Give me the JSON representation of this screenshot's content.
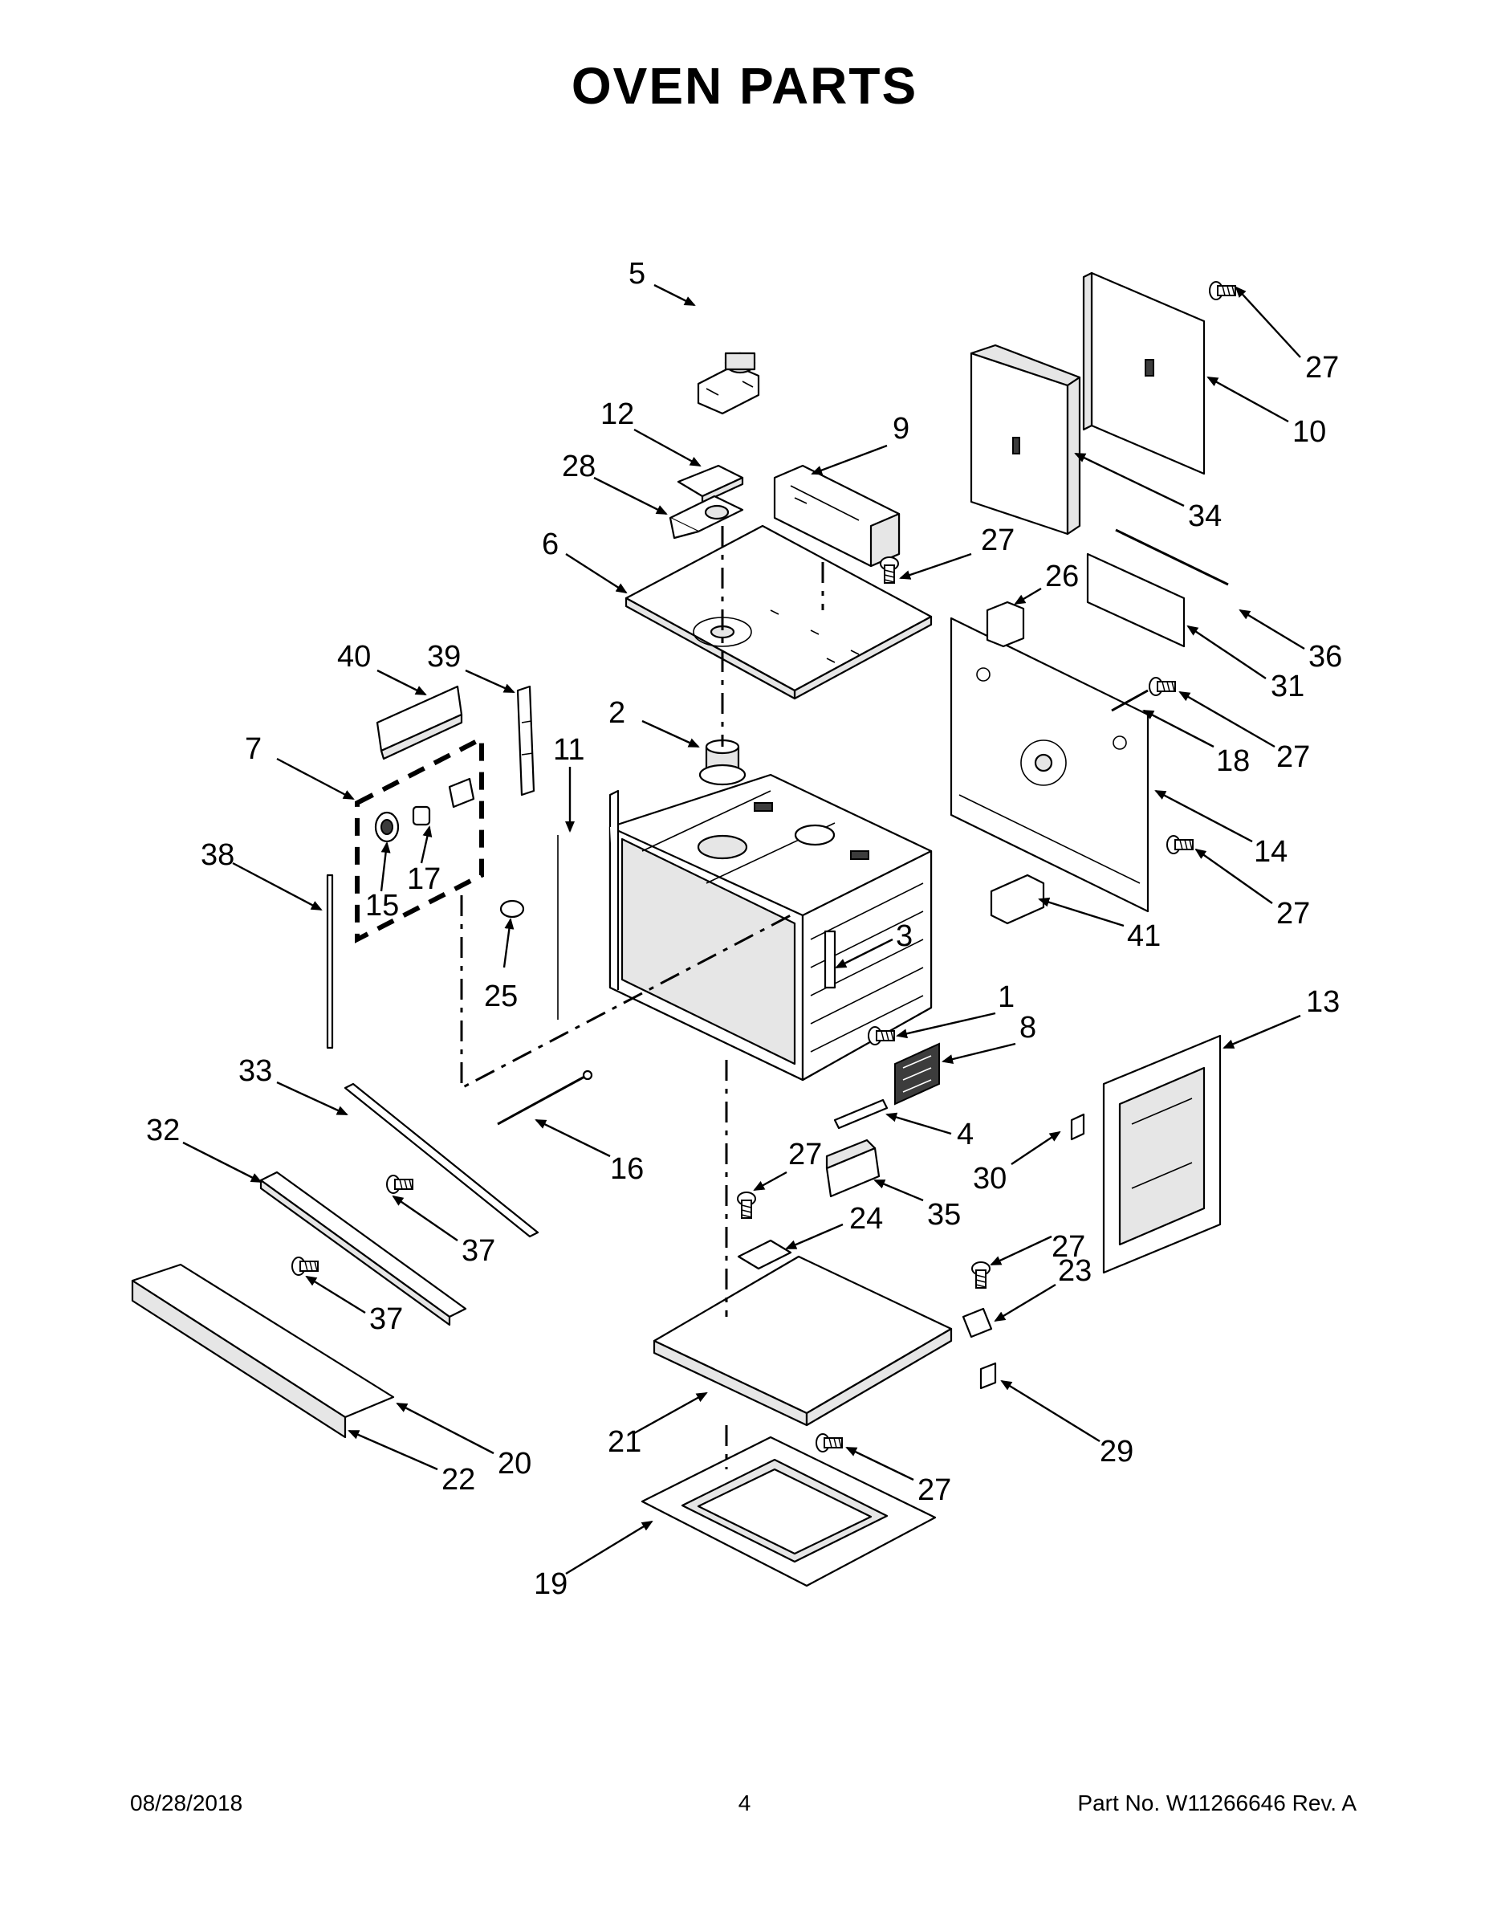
{
  "title": "OVEN PARTS",
  "footer": {
    "date": "08/28/2018",
    "page": "4",
    "part": "Part No.  W11266646  Rev.  A"
  },
  "callouts": [
    {
      "id": "c5",
      "label": "5"
    },
    {
      "id": "c27a",
      "label": "27"
    },
    {
      "id": "c10",
      "label": "10"
    },
    {
      "id": "c12",
      "label": "12"
    },
    {
      "id": "c9",
      "label": "9"
    },
    {
      "id": "c28",
      "label": "28"
    },
    {
      "id": "c34",
      "label": "34"
    },
    {
      "id": "c6",
      "label": "6"
    },
    {
      "id": "c27b",
      "label": "27"
    },
    {
      "id": "c26",
      "label": "26"
    },
    {
      "id": "c36",
      "label": "36"
    },
    {
      "id": "c40",
      "label": "40"
    },
    {
      "id": "c39",
      "label": "39"
    },
    {
      "id": "c31",
      "label": "31"
    },
    {
      "id": "c2",
      "label": "2"
    },
    {
      "id": "c7",
      "label": "7"
    },
    {
      "id": "c11",
      "label": "11"
    },
    {
      "id": "c18",
      "label": "18"
    },
    {
      "id": "c27c",
      "label": "27"
    },
    {
      "id": "c38",
      "label": "38"
    },
    {
      "id": "c17",
      "label": "17"
    },
    {
      "id": "c14",
      "label": "14"
    },
    {
      "id": "c15",
      "label": "15"
    },
    {
      "id": "c27d",
      "label": "27"
    },
    {
      "id": "c41",
      "label": "41"
    },
    {
      "id": "c3",
      "label": "3"
    },
    {
      "id": "c25",
      "label": "25"
    },
    {
      "id": "c1",
      "label": "1"
    },
    {
      "id": "c13",
      "label": "13"
    },
    {
      "id": "c8",
      "label": "8"
    },
    {
      "id": "c33",
      "label": "33"
    },
    {
      "id": "c4",
      "label": "4"
    },
    {
      "id": "c32",
      "label": "32"
    },
    {
      "id": "c27e",
      "label": "27"
    },
    {
      "id": "c16",
      "label": "16"
    },
    {
      "id": "c30",
      "label": "30"
    },
    {
      "id": "c35",
      "label": "35"
    },
    {
      "id": "c24",
      "label": "24"
    },
    {
      "id": "c27f",
      "label": "27"
    },
    {
      "id": "c37a",
      "label": "37"
    },
    {
      "id": "c23",
      "label": "23"
    },
    {
      "id": "c37b",
      "label": "37"
    },
    {
      "id": "c21",
      "label": "21"
    },
    {
      "id": "c29",
      "label": "29"
    },
    {
      "id": "c20",
      "label": "20"
    },
    {
      "id": "c22",
      "label": "22"
    },
    {
      "id": "c27g",
      "label": "27"
    },
    {
      "id": "c19",
      "label": "19"
    }
  ]
}
